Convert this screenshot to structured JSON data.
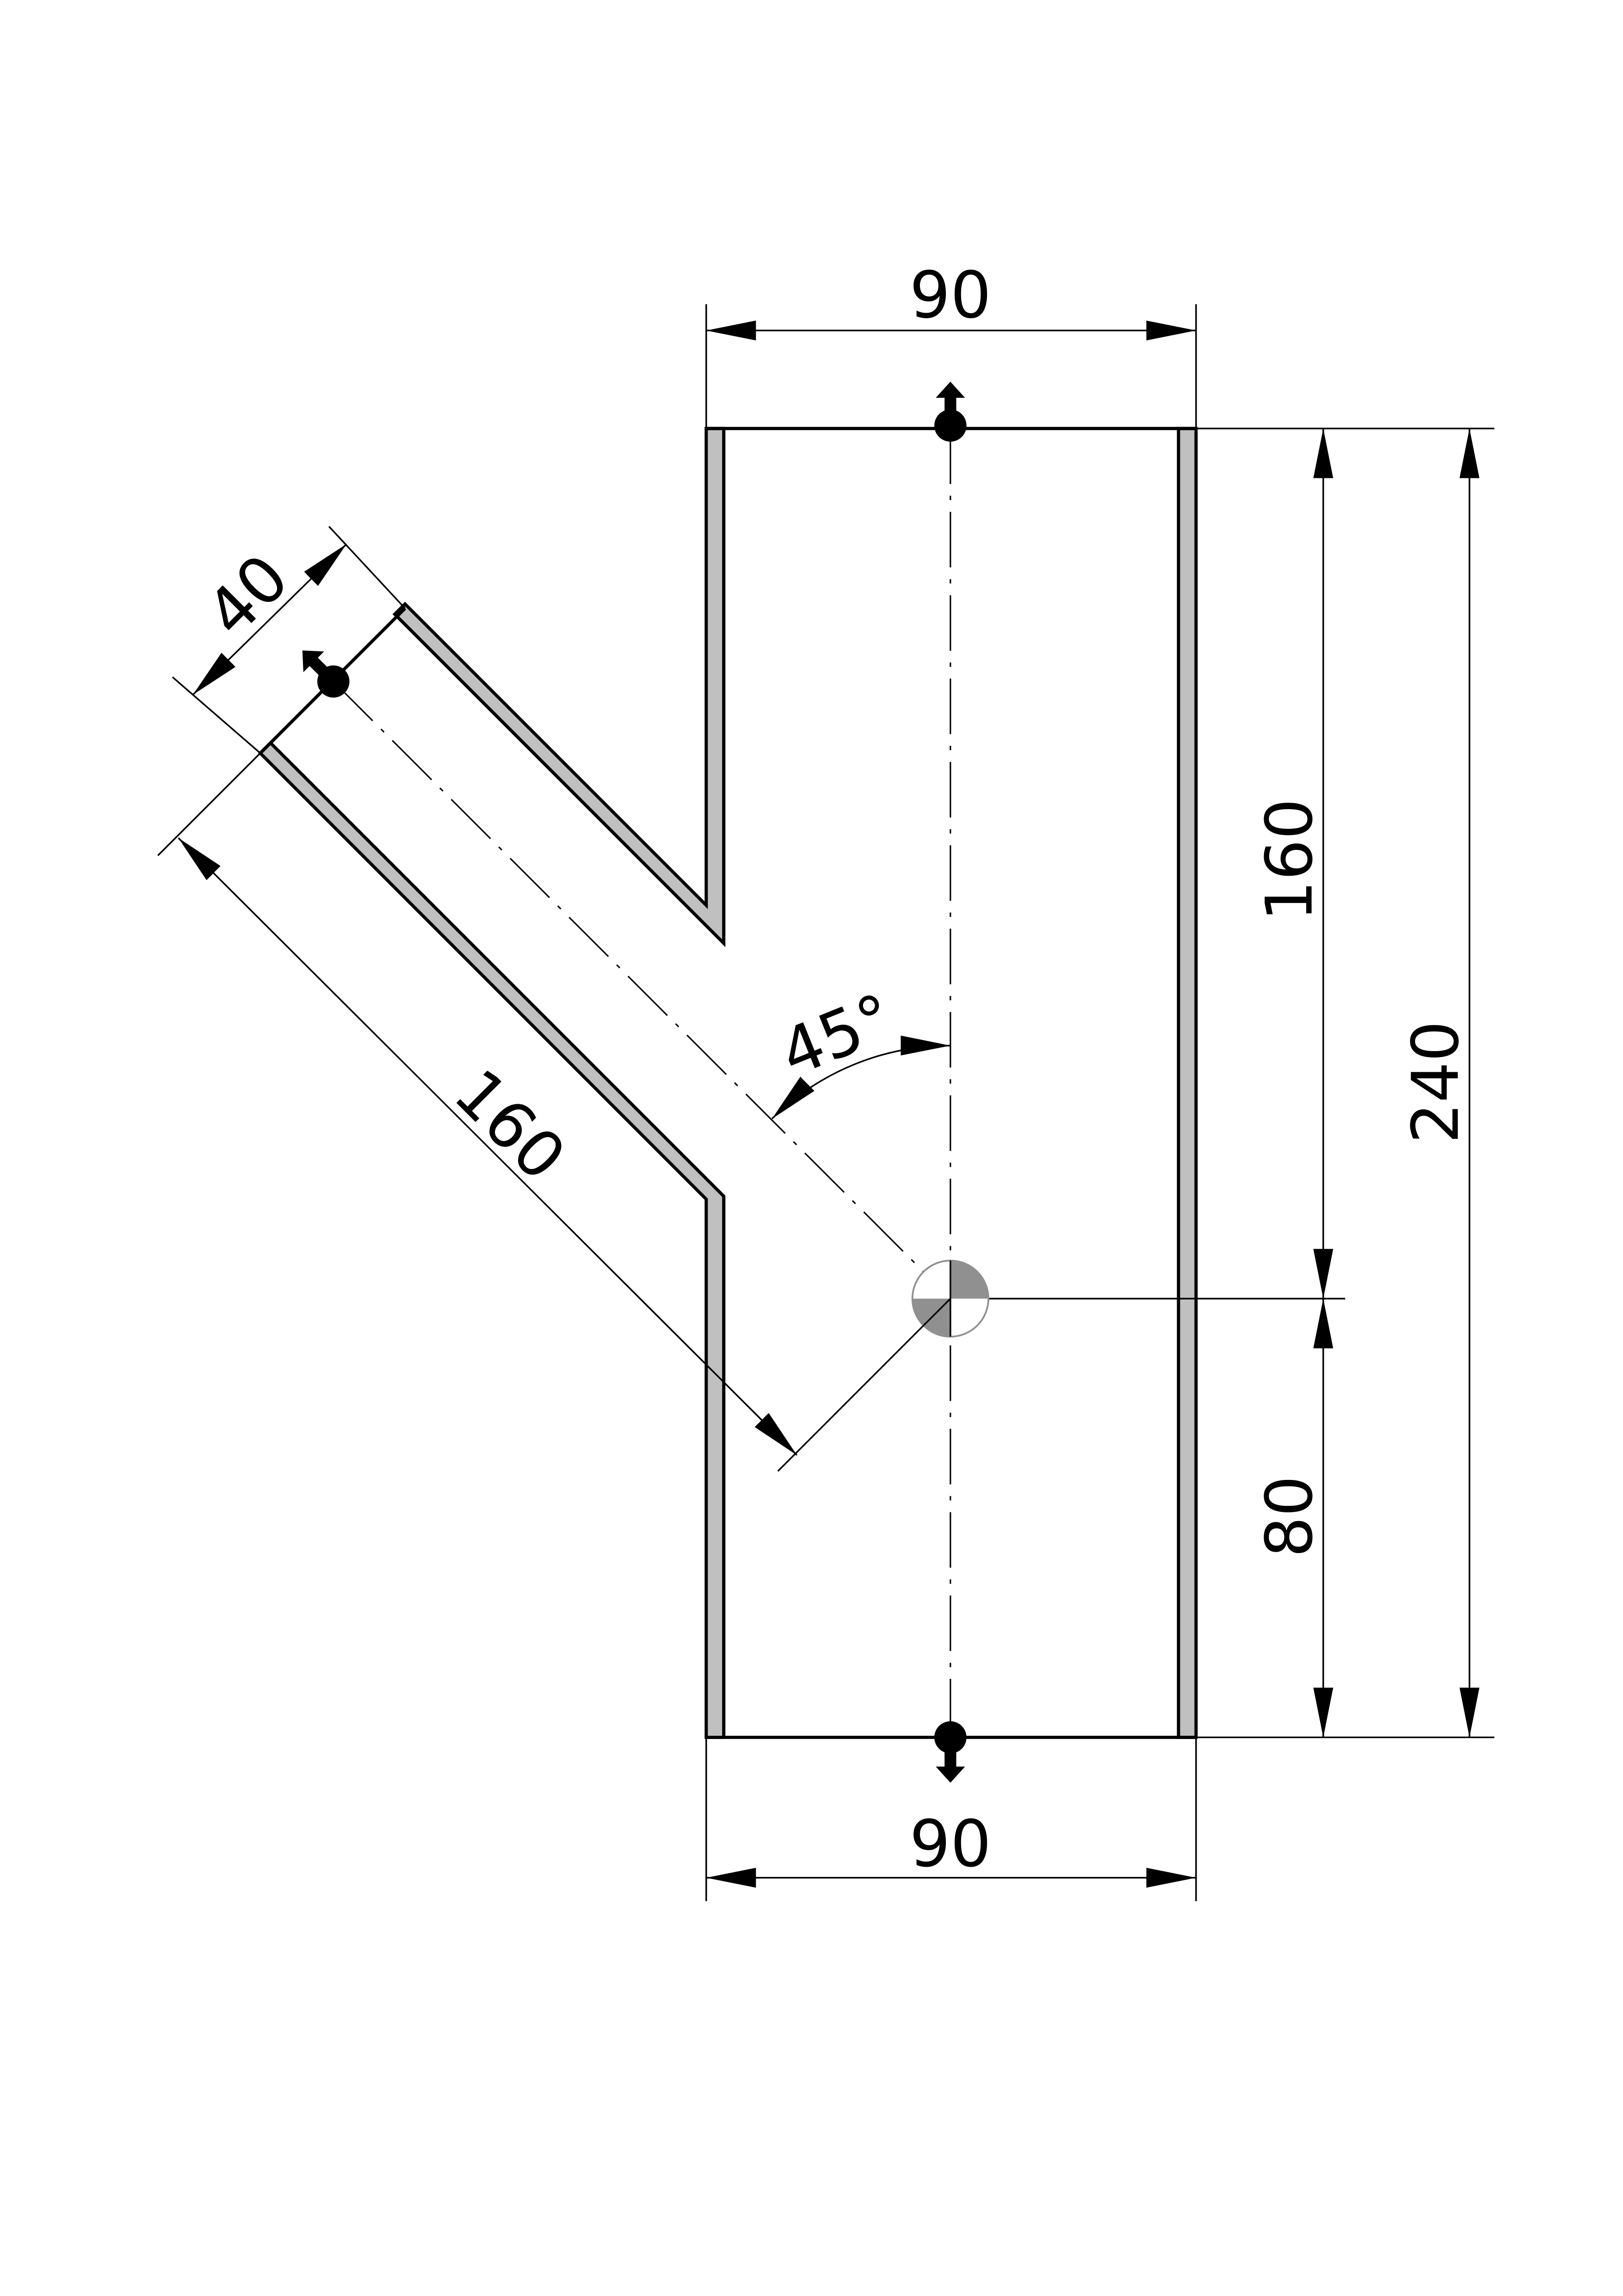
{
  "drawing": {
    "dimensions": {
      "top_width": "90",
      "bottom_width": "90",
      "upper_length": "160",
      "lower_length": "80",
      "total_length": "240",
      "branch_diameter": "40",
      "branch_length": "160",
      "branch_angle": "45°"
    },
    "colors": {
      "wall": "#c0c0c0",
      "center_mark": "#909090",
      "line": "#000000"
    }
  }
}
